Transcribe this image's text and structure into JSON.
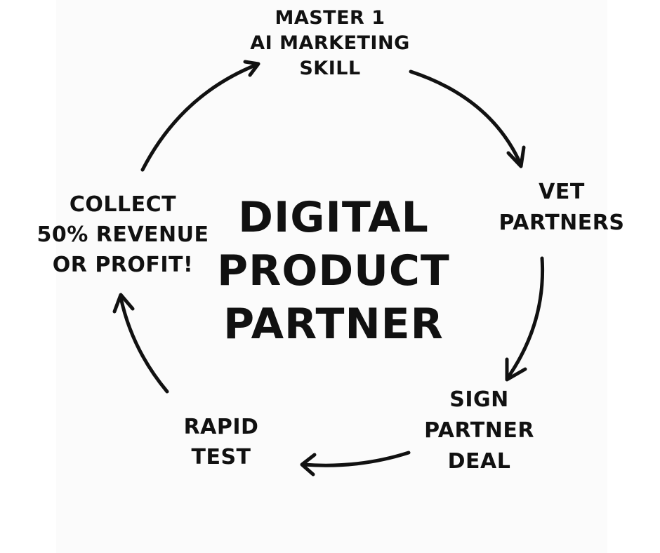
{
  "diagram": {
    "center_title": [
      "DIGITAL",
      "PRODUCT",
      "PARTNER"
    ],
    "steps": [
      {
        "id": "master",
        "lines": [
          "MASTER 1",
          "AI MARKETING",
          "SKILL"
        ]
      },
      {
        "id": "vet",
        "lines": [
          "VET",
          "PARTNERS"
        ]
      },
      {
        "id": "sign",
        "lines": [
          "SIGN",
          "PARTNER",
          "DEAL"
        ]
      },
      {
        "id": "rapid",
        "lines": [
          "RAPID",
          "TEST"
        ]
      },
      {
        "id": "collect",
        "lines": [
          "COLLECT",
          "50% REVENUE",
          "OR PROFIT!"
        ]
      }
    ],
    "colors": {
      "text": "#111111",
      "arrow": "#111111",
      "background": "#ffffff"
    }
  }
}
